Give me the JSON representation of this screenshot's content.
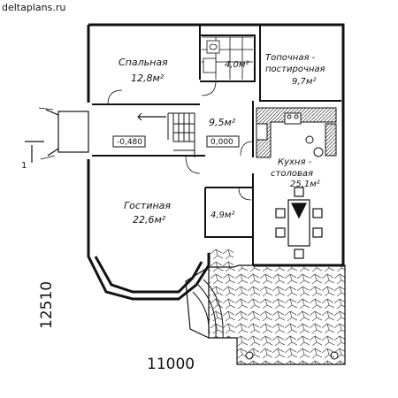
{
  "site": {
    "name": "deltaplans.ru"
  },
  "rooms": {
    "bedroom": {
      "name": "Спальная",
      "area": "12,8м²"
    },
    "bathroom": {
      "area": "4,0м²"
    },
    "boiler": {
      "name_line1": "Топочная -",
      "name_line2": "постирочная",
      "area": "9,7м²"
    },
    "hall": {
      "area": "9,5м²"
    },
    "kitchen": {
      "name_line1": "Кухня -",
      "name_line2": "столовая",
      "area": "25,1м²"
    },
    "living": {
      "name": "Гостиная",
      "area": "22,6м²"
    },
    "closet": {
      "area": "4,9м²"
    }
  },
  "levels": {
    "porch": "-0,480",
    "floor": "0,000"
  },
  "section_mark": {
    "label": "1"
  },
  "dimensions": {
    "width": "11000",
    "depth": "12510"
  }
}
